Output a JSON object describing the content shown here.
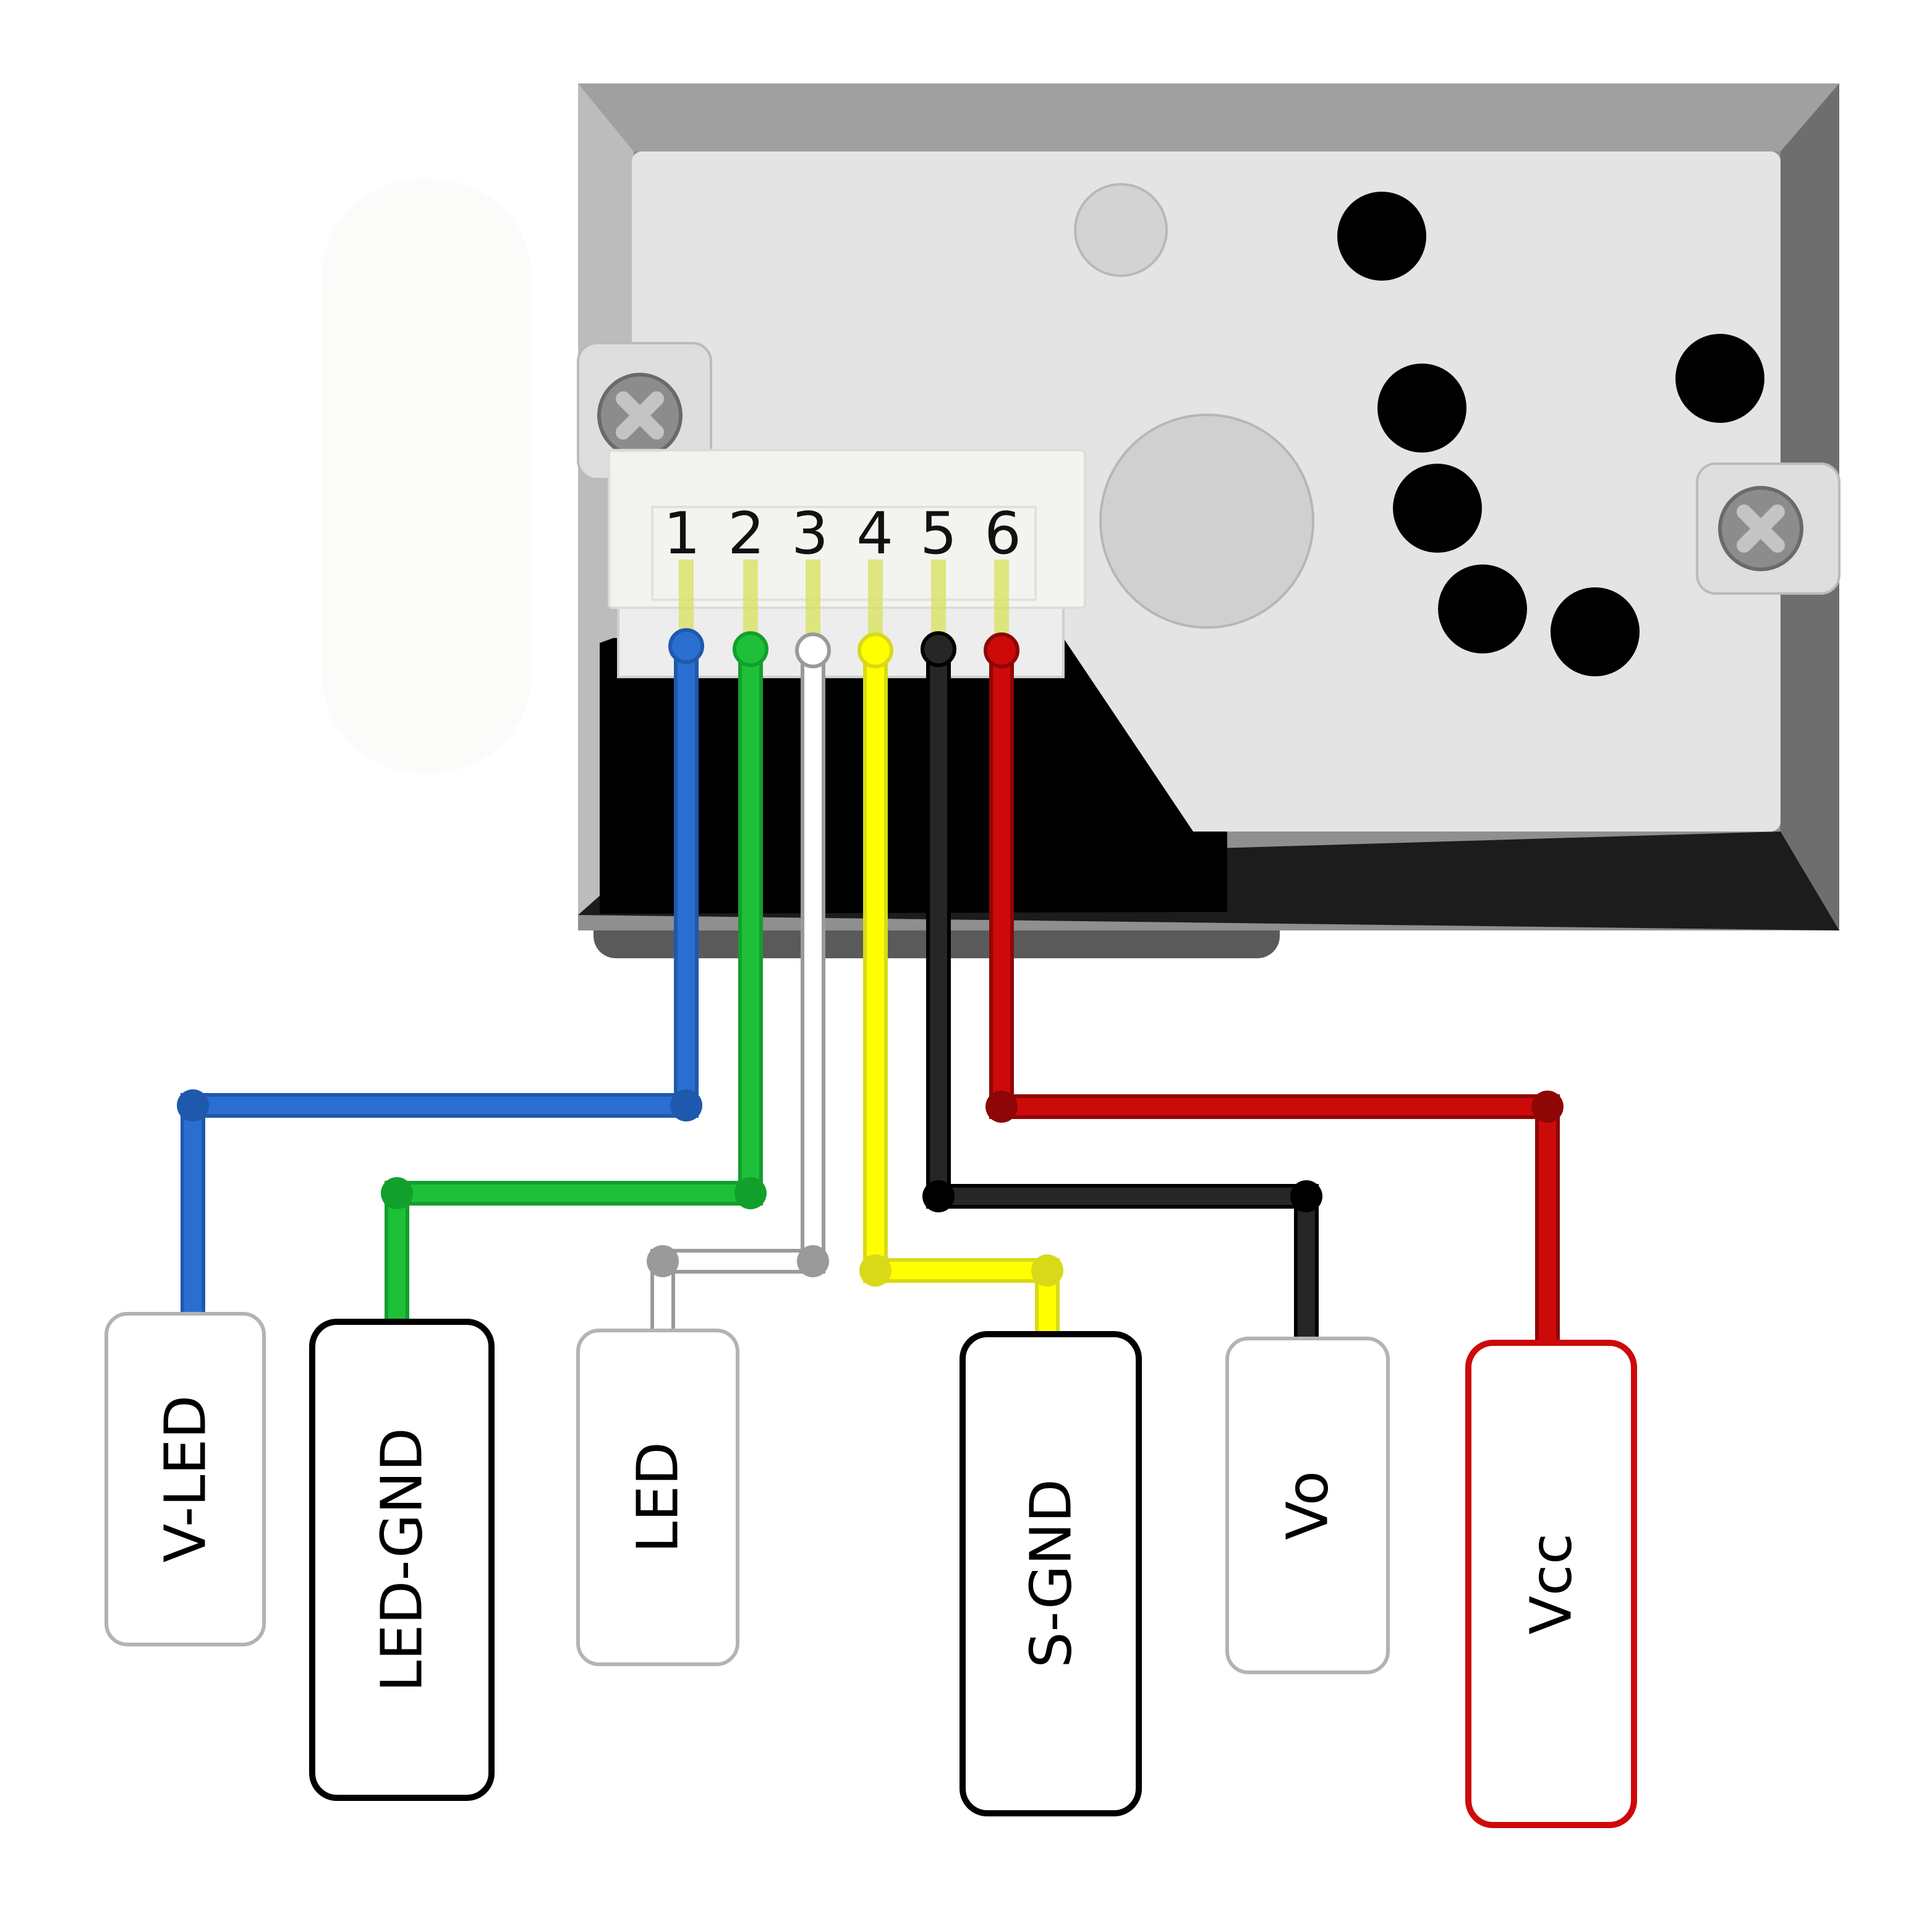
{
  "colors": {
    "blue": "#2a6fd0",
    "green": "#1ec03a",
    "white_wire": "#ffffff",
    "yellow": "#ffff00",
    "black_wire": "#262626",
    "red": "#cc0a0a",
    "housing_frame": "#9a9a9a",
    "face_plate": "#e4e4e4"
  },
  "pins": [
    {
      "number": "1",
      "wire": "blue"
    },
    {
      "number": "2",
      "wire": "green"
    },
    {
      "number": "3",
      "wire": "white"
    },
    {
      "number": "4",
      "wire": "yellow"
    },
    {
      "number": "5",
      "wire": "black"
    },
    {
      "number": "6",
      "wire": "red"
    }
  ],
  "terminals": [
    {
      "label": "V-LED",
      "pin": "1",
      "border": "gray"
    },
    {
      "label": "LED-GND",
      "pin": "2",
      "border": "black"
    },
    {
      "label": "LED",
      "pin": "3",
      "border": "gray"
    },
    {
      "label": "S-GND",
      "pin": "4",
      "border": "black"
    },
    {
      "label": "Vo",
      "pin": "5",
      "border": "gray"
    },
    {
      "label": "Vcc",
      "pin": "6",
      "border": "red"
    }
  ]
}
